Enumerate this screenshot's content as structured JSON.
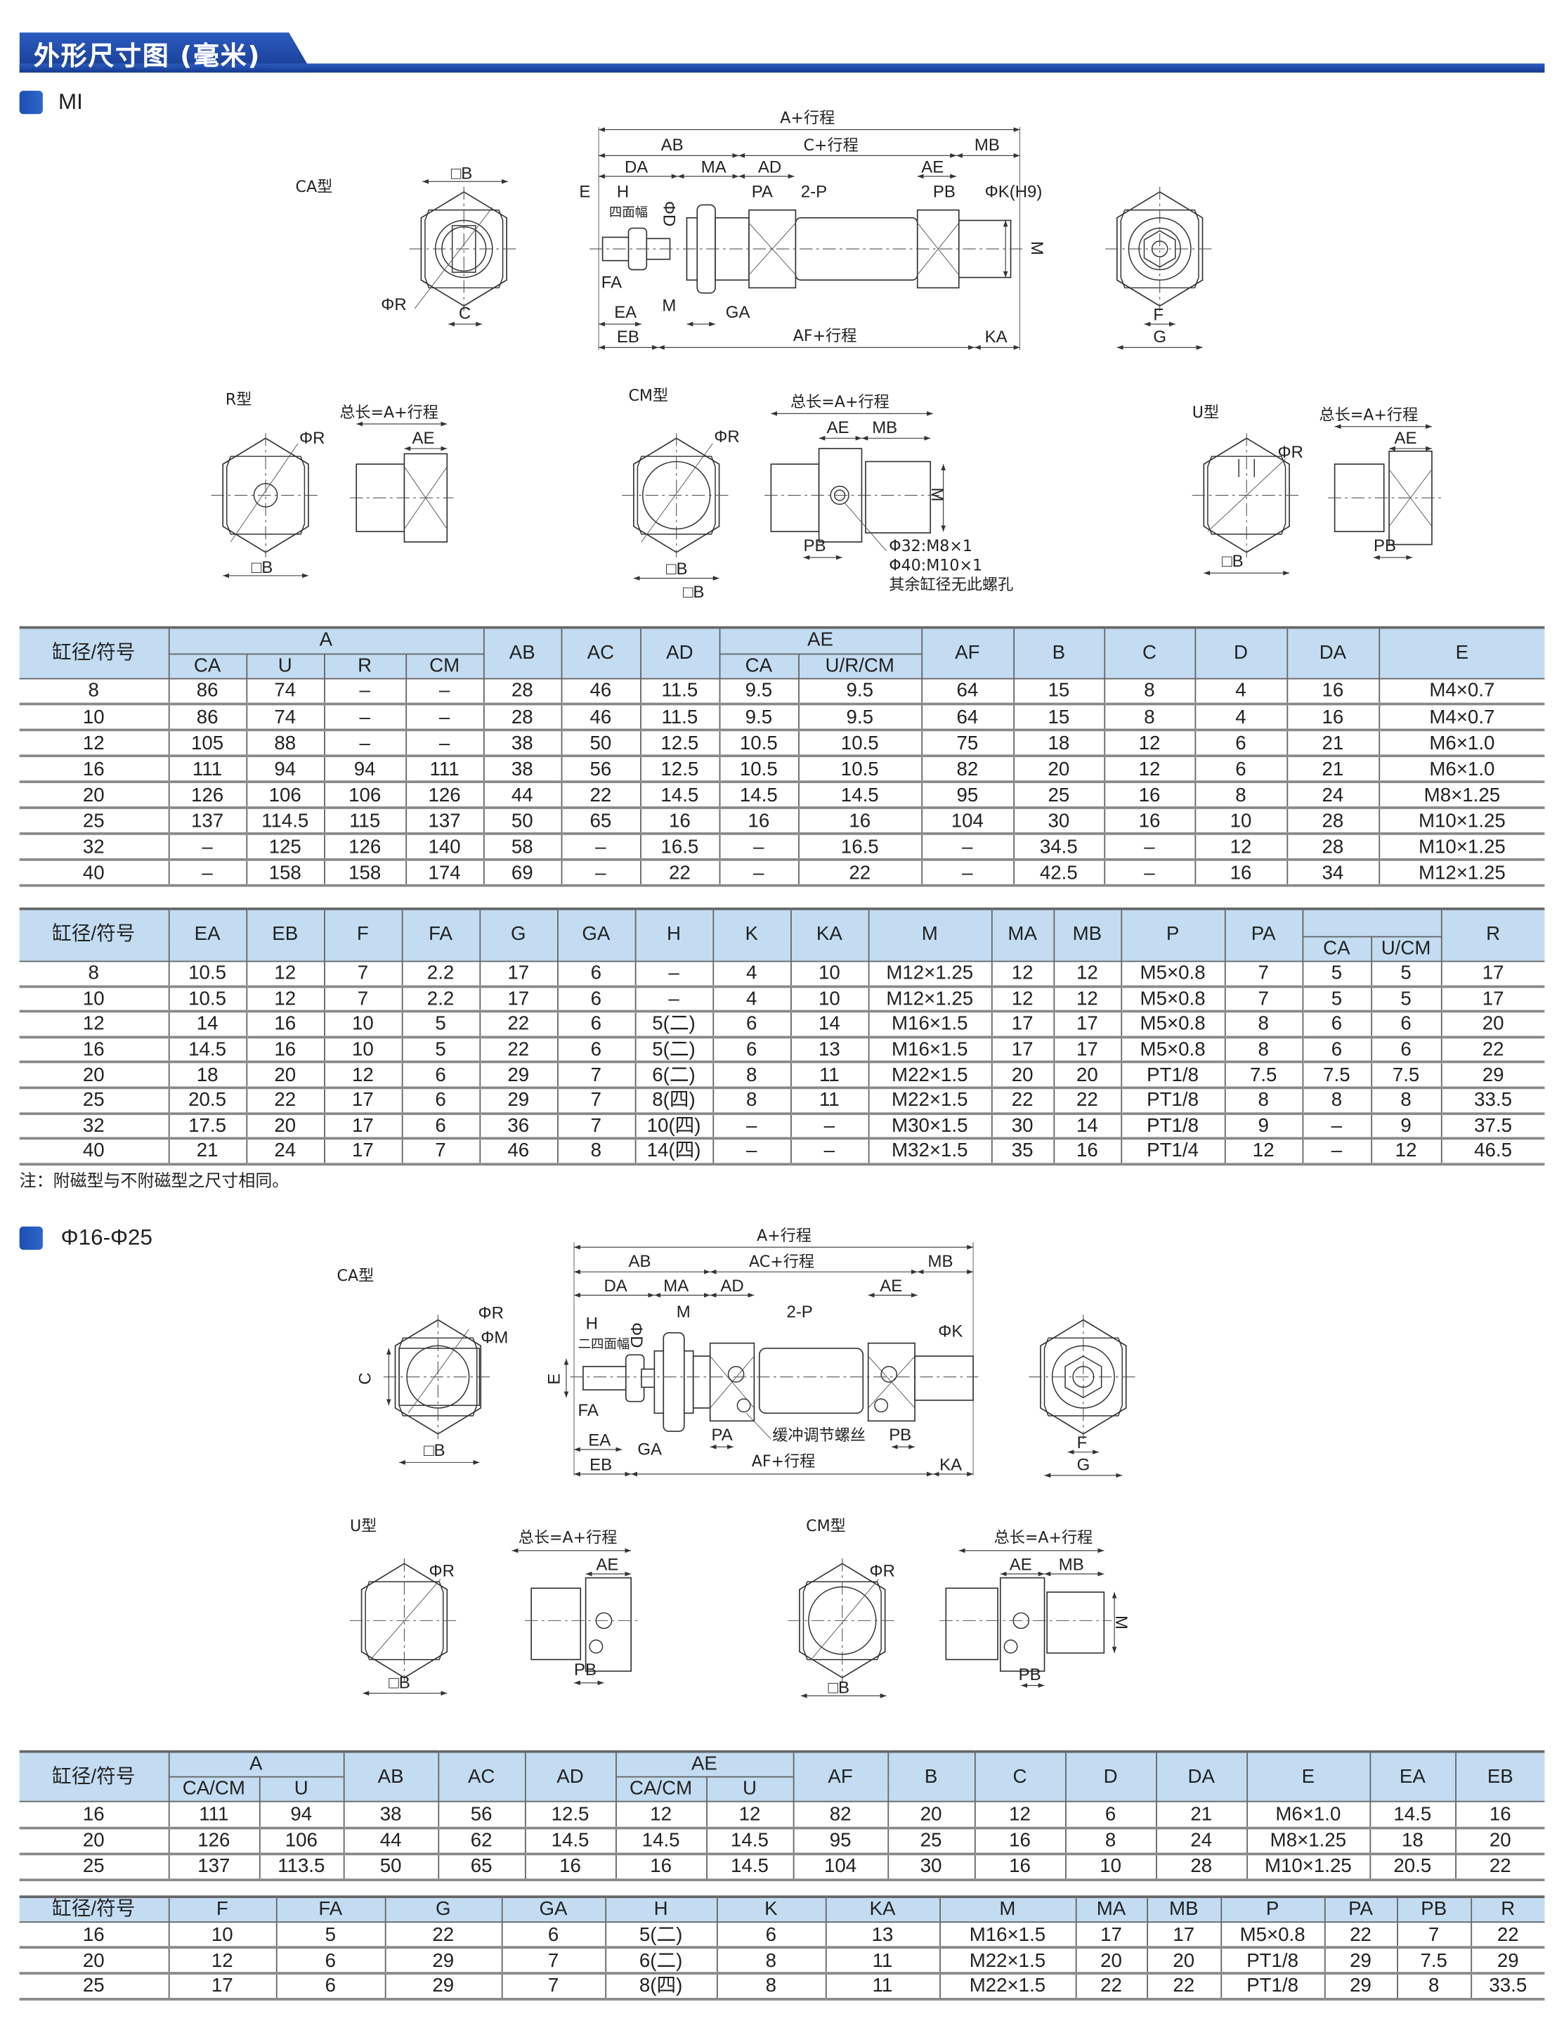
{
  "title": "外形尺寸图 (毫米)",
  "sections": [
    {
      "name": "MI"
    },
    {
      "name": "Φ16-Φ25"
    }
  ],
  "mi": {
    "ca_type": "CA型",
    "sq_b": "□B",
    "phi_r": "ΦR",
    "c": "C",
    "a_stroke": "A+行程",
    "ab": "AB",
    "c_stroke": "C+行程",
    "mb": "MB",
    "da": "DA",
    "ma": "MA",
    "ad": "AD",
    "ae": "AE",
    "e": "E",
    "h": "H",
    "four_flat": "四面幅",
    "phi_d": "ΦD",
    "pa": "PA",
    "two_p": "2-P",
    "pb": "PB",
    "phi_k_h9": "ΦK(H9)",
    "m": "M",
    "fa": "FA",
    "ea": "EA",
    "ga": "GA",
    "eb": "EB",
    "af_stroke": "AF+行程",
    "ka": "KA",
    "f": "F",
    "g": "G",
    "r_type": "R型",
    "cm_type": "CM型",
    "u_type": "U型",
    "total_len": "总长=A+行程",
    "cm_note1": "Φ32:M8×1",
    "cm_note2": "Φ40:M10×1",
    "cm_note3": "其余缸径无此螺孔"
  },
  "mi16": {
    "ca_type": "CA型",
    "phi_r": "ΦR",
    "phi_m": "ΦM",
    "c": "C",
    "sq_b": "□B",
    "a_stroke": "A+行程",
    "ab": "AB",
    "ac_stroke": "AC+行程",
    "mb": "MB",
    "da": "DA",
    "ma": "MA",
    "ad": "AD",
    "ae": "AE",
    "h": "H",
    "four_flat": "二四面幅",
    "phi_d": "ΦD",
    "m": "M",
    "two_p": "2-P",
    "phi_k": "ΦK",
    "e": "E",
    "fa": "FA",
    "ea": "EA",
    "ga": "GA",
    "pa": "PA",
    "cushion": "缓冲调节螺丝",
    "pb": "PB",
    "eb": "EB",
    "af_stroke": "AF+行程",
    "ka": "KA",
    "f": "F",
    "g": "G",
    "u_type": "U型",
    "cm_type": "CM型",
    "total_len": "总长=A+行程"
  },
  "table1": {
    "h1": [
      "缸径/符号",
      "A",
      "AB",
      "AC",
      "AD",
      "AE",
      "AF",
      "B",
      "C",
      "D",
      "DA",
      "E"
    ],
    "h2": [
      "CA",
      "U",
      "R",
      "CM",
      "CA",
      "U/R/CM"
    ],
    "rows": [
      [
        "8",
        "86",
        "74",
        "–",
        "–",
        "28",
        "46",
        "11.5",
        "9.5",
        "9.5",
        "64",
        "15",
        "8",
        "4",
        "16",
        "M4×0.7"
      ],
      [
        "10",
        "86",
        "74",
        "–",
        "–",
        "28",
        "46",
        "11.5",
        "9.5",
        "9.5",
        "64",
        "15",
        "8",
        "4",
        "16",
        "M4×0.7"
      ],
      [
        "12",
        "105",
        "88",
        "–",
        "–",
        "38",
        "50",
        "12.5",
        "10.5",
        "10.5",
        "75",
        "18",
        "12",
        "6",
        "21",
        "M6×1.0"
      ],
      [
        "16",
        "111",
        "94",
        "94",
        "111",
        "38",
        "56",
        "12.5",
        "10.5",
        "10.5",
        "82",
        "20",
        "12",
        "6",
        "21",
        "M6×1.0"
      ],
      [
        "20",
        "126",
        "106",
        "106",
        "126",
        "44",
        "22",
        "14.5",
        "14.5",
        "14.5",
        "95",
        "25",
        "16",
        "8",
        "24",
        "M8×1.25"
      ],
      [
        "25",
        "137",
        "114.5",
        "115",
        "137",
        "50",
        "65",
        "16",
        "16",
        "16",
        "104",
        "30",
        "16",
        "10",
        "28",
        "M10×1.25"
      ],
      [
        "32",
        "–",
        "125",
        "126",
        "140",
        "58",
        "–",
        "16.5",
        "–",
        "16.5",
        "–",
        "34.5",
        "–",
        "12",
        "28",
        "M10×1.25"
      ],
      [
        "40",
        "–",
        "158",
        "158",
        "174",
        "69",
        "–",
        "22",
        "–",
        "22",
        "–",
        "42.5",
        "–",
        "16",
        "34",
        "M12×1.25"
      ]
    ]
  },
  "table2": {
    "h1": [
      "缸径/符号",
      "EA",
      "EB",
      "F",
      "FA",
      "G",
      "GA",
      "H",
      "K",
      "KA",
      "M",
      "MA",
      "MB",
      "P",
      "PA",
      "R"
    ],
    "h2": [
      "CA",
      "U/CM"
    ],
    "rows": [
      [
        "8",
        "10.5",
        "12",
        "7",
        "2.2",
        "17",
        "6",
        "–",
        "4",
        "10",
        "M12×1.25",
        "12",
        "12",
        "M5×0.8",
        "7",
        "5",
        "5",
        "17"
      ],
      [
        "10",
        "10.5",
        "12",
        "7",
        "2.2",
        "17",
        "6",
        "–",
        "4",
        "10",
        "M12×1.25",
        "12",
        "12",
        "M5×0.8",
        "7",
        "5",
        "5",
        "17"
      ],
      [
        "12",
        "14",
        "16",
        "10",
        "5",
        "22",
        "6",
        "5(二)",
        "6",
        "14",
        "M16×1.5",
        "17",
        "17",
        "M5×0.8",
        "8",
        "6",
        "6",
        "20"
      ],
      [
        "16",
        "14.5",
        "16",
        "10",
        "5",
        "22",
        "6",
        "5(二)",
        "6",
        "13",
        "M16×1.5",
        "17",
        "17",
        "M5×0.8",
        "8",
        "6",
        "6",
        "22"
      ],
      [
        "20",
        "18",
        "20",
        "12",
        "6",
        "29",
        "7",
        "6(二)",
        "8",
        "11",
        "M22×1.5",
        "20",
        "20",
        "PT1/8",
        "7.5",
        "7.5",
        "7.5",
        "29"
      ],
      [
        "25",
        "20.5",
        "22",
        "17",
        "6",
        "29",
        "7",
        "8(四)",
        "8",
        "11",
        "M22×1.5",
        "22",
        "22",
        "PT1/8",
        "8",
        "8",
        "8",
        "33.5"
      ],
      [
        "32",
        "17.5",
        "20",
        "17",
        "6",
        "36",
        "7",
        "10(四)",
        "–",
        "–",
        "M30×1.5",
        "30",
        "14",
        "PT1/8",
        "9",
        "–",
        "9",
        "37.5"
      ],
      [
        "40",
        "21",
        "24",
        "17",
        "7",
        "46",
        "8",
        "14(四)",
        "–",
        "–",
        "M32×1.5",
        "35",
        "16",
        "PT1/4",
        "12",
        "–",
        "12",
        "46.5"
      ]
    ]
  },
  "note": "注：附磁型与不附磁型之尺寸相同。",
  "table3": {
    "h1": [
      "缸径/符号",
      "A",
      "AB",
      "AC",
      "AD",
      "AE",
      "AF",
      "B",
      "C",
      "D",
      "DA",
      "E",
      "EA",
      "EB"
    ],
    "h2": [
      "CA/CM",
      "U",
      "CA/CM",
      "U"
    ],
    "rows": [
      [
        "16",
        "111",
        "94",
        "38",
        "56",
        "12.5",
        "12",
        "12",
        "82",
        "20",
        "12",
        "6",
        "21",
        "M6×1.0",
        "14.5",
        "16"
      ],
      [
        "20",
        "126",
        "106",
        "44",
        "62",
        "14.5",
        "14.5",
        "14.5",
        "95",
        "25",
        "16",
        "8",
        "24",
        "M8×1.25",
        "18",
        "20"
      ],
      [
        "25",
        "137",
        "113.5",
        "50",
        "65",
        "16",
        "16",
        "14.5",
        "104",
        "30",
        "16",
        "10",
        "28",
        "M10×1.25",
        "20.5",
        "22"
      ]
    ]
  },
  "table4": {
    "h1": [
      "缸径/符号",
      "F",
      "FA",
      "G",
      "GA",
      "H",
      "K",
      "KA",
      "M",
      "MA",
      "MB",
      "P",
      "PA",
      "PB",
      "R"
    ],
    "rows": [
      [
        "16",
        "10",
        "5",
        "22",
        "6",
        "5(二)",
        "6",
        "13",
        "M16×1.5",
        "17",
        "17",
        "M5×0.8",
        "22",
        "7",
        "22"
      ],
      [
        "20",
        "12",
        "6",
        "29",
        "7",
        "6(二)",
        "8",
        "11",
        "M22×1.5",
        "20",
        "20",
        "PT1/8",
        "29",
        "7.5",
        "29"
      ],
      [
        "25",
        "17",
        "6",
        "29",
        "7",
        "8(四)",
        "8",
        "11",
        "M22×1.5",
        "22",
        "22",
        "PT1/8",
        "29",
        "8",
        "33.5"
      ]
    ]
  },
  "colors": {
    "brand_blue": "#1f4aa8",
    "header_bg": "#c3dcf2"
  }
}
